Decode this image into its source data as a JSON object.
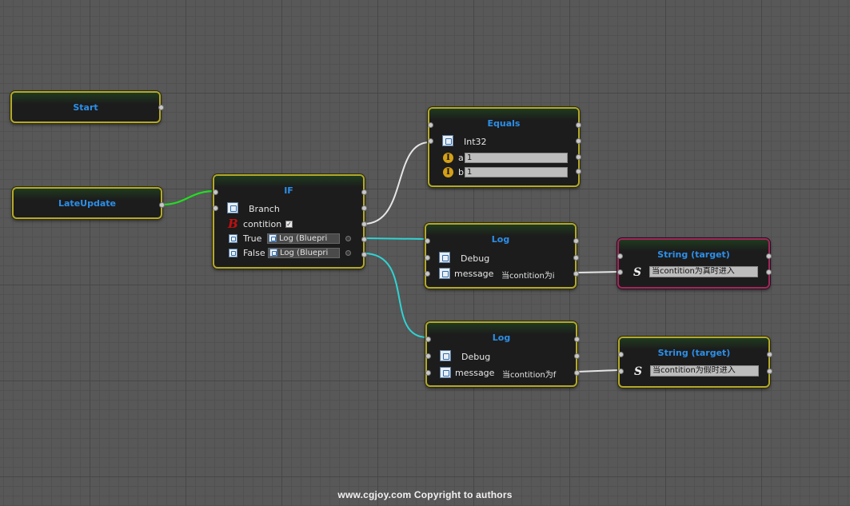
{
  "nodes": {
    "start": {
      "title": "Start"
    },
    "late_update": {
      "title": "LateUpdate"
    },
    "if_node": {
      "title": "IF",
      "target_label": "Branch",
      "condition_label": "contition",
      "condition_checked": true,
      "true_label": "True",
      "true_value": "Log (Bluepri",
      "false_label": "False",
      "false_value": "Log (Bluepri"
    },
    "equals": {
      "title": "Equals",
      "type_label": "Int32",
      "a_label": "a",
      "a_value": "1",
      "b_label": "b",
      "b_value": "1"
    },
    "log_true": {
      "title": "Log",
      "target_label": "Debug",
      "message_label": "message",
      "message_value": "当contition为i"
    },
    "log_false": {
      "title": "Log",
      "target_label": "Debug",
      "message_label": "message",
      "message_value": "当contition为f"
    },
    "string_true": {
      "title": "String (target)",
      "value": "当contition为真时进入"
    },
    "string_false": {
      "title": "String (target)",
      "value": "当contition为假时进入"
    }
  },
  "icons": {
    "class": "class-icon",
    "bool": "bool-icon",
    "int": "int-icon",
    "string": "string-icon"
  },
  "colors": {
    "node_border": "#b4a82a",
    "node_border_selected": "#a0285a",
    "title_text": "#2c8fe8",
    "exec_wire": "#22dd22",
    "object_wire": "#2fd3d3",
    "data_wire": "#e6e6e6"
  },
  "footer": {
    "watermark": "www.cgjoy.com Copyright to authors"
  }
}
